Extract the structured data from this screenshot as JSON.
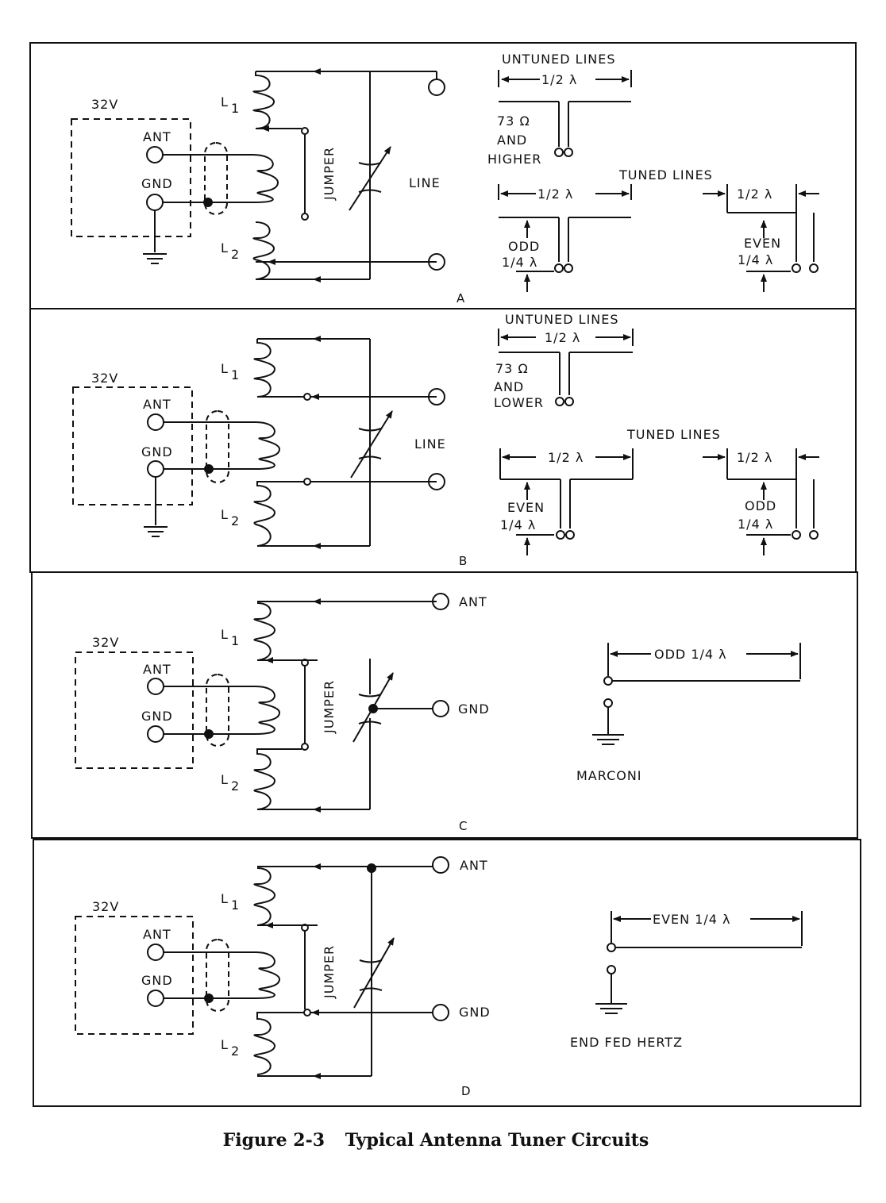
{
  "caption": {
    "number": "Figure 2-3",
    "title": "Typical Antenna Tuner Circuits"
  },
  "panels": {
    "a": {
      "letter": "A",
      "box": "32V",
      "ant": "ANT",
      "gnd": "GND",
      "jumper": "JUMPER",
      "line": "LINE",
      "untuned_title": "UNTUNED LINES",
      "half_wave": "1/2 λ",
      "impedance": "73 Ω",
      "and": "AND",
      "impedance_level": "HIGHER",
      "tuned_title": "TUNED LINES",
      "left_parity": "ODD",
      "quarter": "1/4 λ",
      "right_parity": "EVEN"
    },
    "b": {
      "letter": "B",
      "box": "32V",
      "ant": "ANT",
      "gnd": "GND",
      "line": "LINE",
      "untuned_title": "UNTUNED LINES",
      "half_wave": "1/2 λ",
      "impedance": "73 Ω",
      "and": "AND",
      "impedance_level": "LOWER",
      "tuned_title": "TUNED LINES",
      "left_parity": "EVEN",
      "quarter": "1/4 λ",
      "right_parity": "ODD"
    },
    "c": {
      "letter": "C",
      "box": "32V",
      "ant": "ANT",
      "gnd": "GND",
      "jumper": "JUMPER",
      "out_ant": "ANT",
      "out_gnd": "GND",
      "length": "ODD 1/4 λ",
      "antenna_type": "MARCONI"
    },
    "d": {
      "letter": "D",
      "box": "32V",
      "ant": "ANT",
      "gnd": "GND",
      "jumper": "JUMPER",
      "out_ant": "ANT",
      "out_gnd": "GND",
      "length": "EVEN 1/4 λ",
      "antenna_type": "END FED HERTZ"
    }
  },
  "coil_labels": {
    "l1": "L",
    "l1_sub": "1",
    "l2": "L",
    "l2_sub": "2"
  }
}
